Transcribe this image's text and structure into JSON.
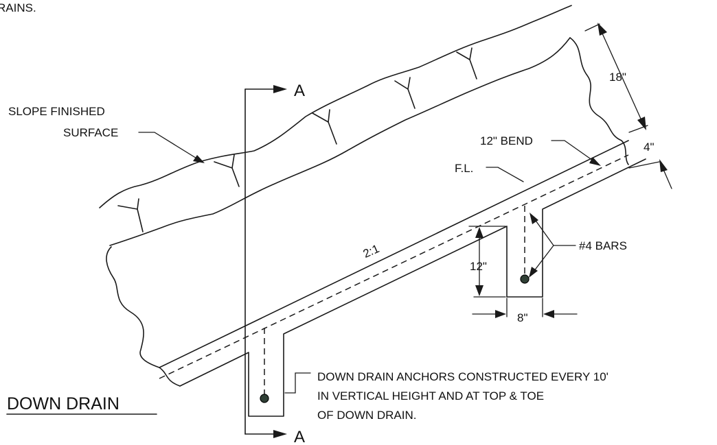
{
  "header_fragment": "RAINS.",
  "section_marks": {
    "top": "A",
    "bottom": "A"
  },
  "labels": {
    "slope_surface_line1": "SLOPE FINISHED",
    "slope_surface_line2": "SURFACE",
    "bend": "12\" BEND",
    "flow_line": "F.L.",
    "slope_ratio": "2:1",
    "bars": "#4 BARS"
  },
  "dimensions": {
    "depth_total": "18\"",
    "lining": "4\"",
    "anchor_depth": "12\"",
    "anchor_width": "8\""
  },
  "note": {
    "line1": "DOWN DRAIN ANCHORS CONSTRUCTED EVERY 10'",
    "line2": "IN VERTICAL HEIGHT AND AT TOP & TOE",
    "line3": "OF DOWN DRAIN."
  },
  "title": "DOWN DRAIN"
}
